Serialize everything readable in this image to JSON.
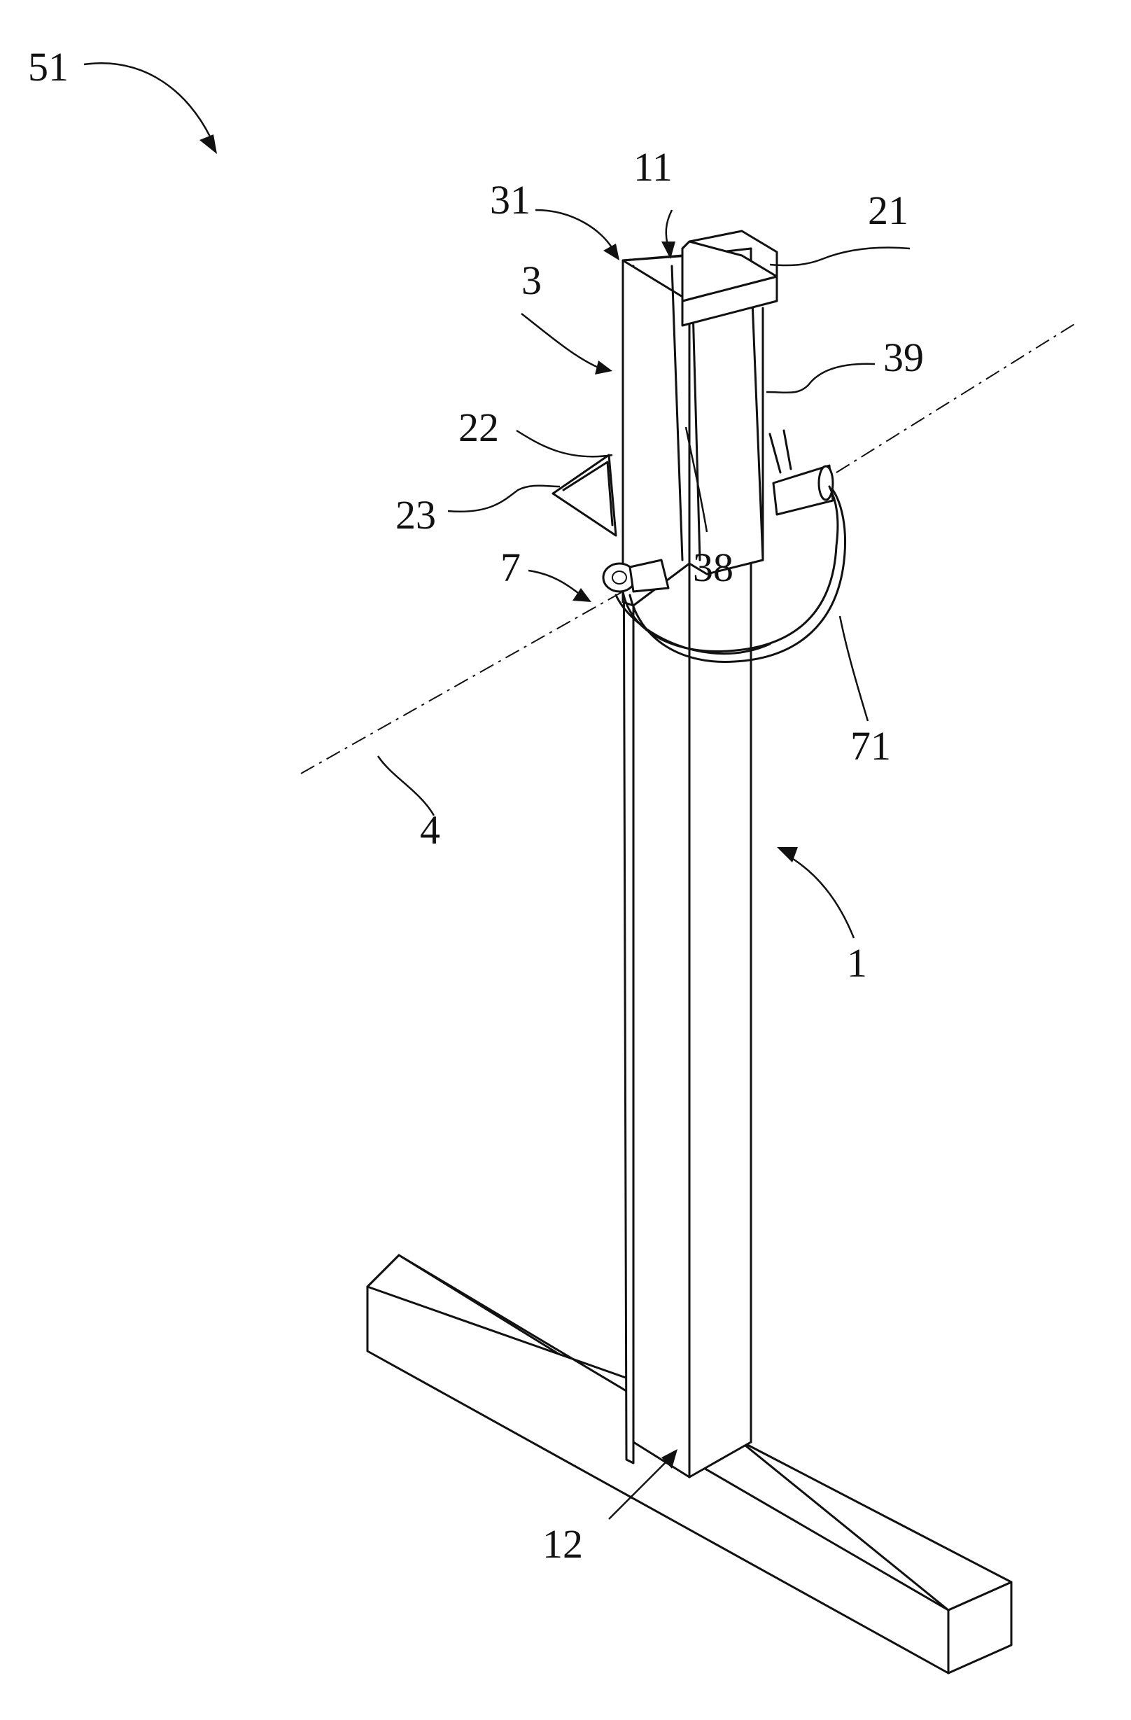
{
  "figure": {
    "labels": {
      "r51": "51",
      "r31": "31",
      "r11": "11",
      "r21": "21",
      "r3": "3",
      "r39": "39",
      "r22": "22",
      "r23": "23",
      "r38": "38",
      "r7": "7",
      "r71": "71",
      "r4": "4",
      "r1": "1",
      "r12": "12"
    }
  }
}
